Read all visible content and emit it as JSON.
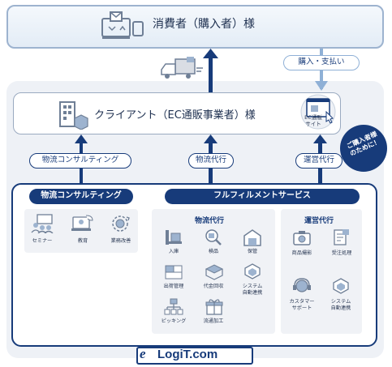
{
  "consumer": {
    "title": "消費者（購入者）様"
  },
  "client": {
    "title": "クライアント（EC通販事業者）様",
    "ec_site": "EC通販\nサイト"
  },
  "purchase_label": "購入・支払い",
  "badge": "ご購入者様\nのために！",
  "connectors": [
    "物流コンサルティング",
    "物流代行",
    "運営代行"
  ],
  "consulting": {
    "header": "物流コンサルティング",
    "items": [
      "セミナー",
      "教育",
      "業務改善"
    ]
  },
  "fulfillment": {
    "header": "フルフィルメントサービス",
    "logistics": {
      "title": "物流代行",
      "items": [
        "入庫",
        "検品",
        "保管",
        "出荷管理",
        "代金回収",
        "システム\n自動連携",
        "ピッキング",
        "流通加工"
      ]
    },
    "operation": {
      "title": "運営代行",
      "items": [
        "商品撮影",
        "受注処理",
        "カスタマー\nサポート",
        "システム\n自動連携"
      ]
    }
  },
  "logo": {
    "text": "LogiT.com",
    "mark": "e"
  },
  "colors": {
    "navy": "#173b7a",
    "light_blue": "#8fb0d6",
    "panel": "#eef1f6"
  }
}
